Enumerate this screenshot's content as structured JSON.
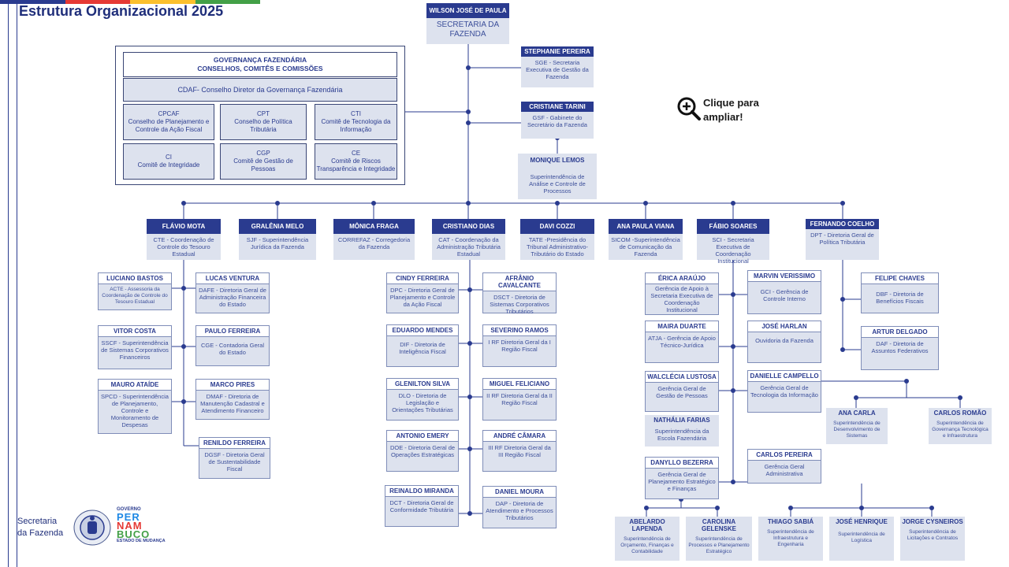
{
  "title": "Estrutura Organizacional 2025",
  "zoom_hint": "Clique para ampliar!",
  "footer": {
    "org_label_1": "Secretaria",
    "org_label_2": "da Fazenda"
  },
  "logo": {
    "line1": "GOVERNO",
    "line2": "PER",
    "line3": "NAM",
    "line4": "BUCO",
    "line5": "ESTADO DE MUDANÇA"
  },
  "top": {
    "name": "WILSON JOSÉ DE PAULA",
    "role": "SECRETARIA DA FAZENDA"
  },
  "governance": {
    "header1": "GOVERNANÇA FAZENDÁRIA",
    "header2": "CONSELHOS, COMITÊS E COMISSÕES",
    "cdaf": "CDAF- Conselho Diretor da Governança Fazendária",
    "committees": [
      {
        "code": "CPCAF",
        "text": "Conselho de Planejamento e Controle da Ação Fiscal"
      },
      {
        "code": "CPT",
        "text": "Conselho de Política Tributária"
      },
      {
        "code": "CTI",
        "text": "Comitê de Tecnologia da Informação"
      },
      {
        "code": "CI",
        "text": "Comitê de Integridade"
      },
      {
        "code": "CGP",
        "text": "Comitê de Gestão de Pessoas"
      },
      {
        "code": "CE",
        "text": "Comitê de Riscos Transparência e Integridade"
      }
    ]
  },
  "staff": [
    {
      "name": "STEPHANIE PEREIRA",
      "role": "SGE - Secretaria Executiva de Gestão da Fazenda"
    },
    {
      "name": "CRISTIANE TARINI",
      "role": "GSF - Gabinete do Secretário da Fazenda"
    },
    {
      "name": "MONIQUE LEMOS",
      "role": "Superintendência de Análise e Controle de Processos"
    }
  ],
  "executives": [
    {
      "name": "FLÁVIO MOTA",
      "role": "CTE - Coordenação de Controle do Tesouro Estadual"
    },
    {
      "name": "GRALÊNIA MELO",
      "role": "SJF - Superintendência Jurídica da Fazenda"
    },
    {
      "name": "MÔNICA FRAGA",
      "role": "CORREFAZ - Corregedoria da Fazenda"
    },
    {
      "name": "CRISTIANO DIAS",
      "role": "CAT - Coordenação da Administração Tributária Estadual"
    },
    {
      "name": "DAVI COZZI",
      "role": "TATE -Presidência do Tribunal Administrativo-Tributário do Estado"
    },
    {
      "name": "ANA PAULA VIANA",
      "role": "SICOM -Superintendência de Comunicação da Fazenda"
    },
    {
      "name": "FÁBIO SOARES",
      "role": "SCI - Secretaria Executiva de Coordenação Institucional"
    },
    {
      "name": "FERNANDO COELHO",
      "role": "DPT - Diretoria Geral de Política Tributária"
    }
  ],
  "cte_left": [
    {
      "name": "LUCIANO BASTOS",
      "role": "ACTE - Assessoria da Coordenação de Controle do Tesouro Estadual"
    },
    {
      "name": "VITOR COSTA",
      "role": "SSCF - Superintendência de Sistemas Corporativos Financeiros"
    },
    {
      "name": "MAURO ATAÍDE",
      "role": "SPCD - Superintendência de Planejamento, Controle e Monitoramento de Despesas"
    }
  ],
  "cte_right": [
    {
      "name": "LUCAS VENTURA",
      "role": "DAFE - Diretoria Geral de Administração Financeira do Estado"
    },
    {
      "name": "PAULO FERREIRA",
      "role": "CGE - Contadoria Geral do Estado"
    },
    {
      "name": "MARCO PIRES",
      "role": "DMAF - Diretoria de Manutenção Cadastral e Atendimento Financeiro"
    },
    {
      "name": "RENILDO FERREIRA",
      "role": "DGSF - Diretoria Geral de Sustentabilidade Fiscal"
    }
  ],
  "cat_left": [
    {
      "name": "CINDY FERREIRA",
      "role": "DPC - Diretoria Geral de Planejamento e Controle da Ação Fiscal"
    },
    {
      "name": "EDUARDO MENDES",
      "role": "DIF - Diretoria de Inteligência Fiscal"
    },
    {
      "name": "GLENILTON SILVA",
      "role": "DLO - Diretoria de Legislação e Orientações Tributárias"
    },
    {
      "name": "ANTONIO EMERY",
      "role": "DOE - Diretoria Geral de Operações Estratégicas"
    },
    {
      "name": "REINALDO MIRANDA",
      "role": "DCT - Diretoria Geral de Conformidade Tributária"
    }
  ],
  "cat_right": [
    {
      "name": "AFRÂNIO CAVALCANTE",
      "role": "DSCT - Diretoria de Sistemas Corporativos Tributários"
    },
    {
      "name": "SEVERINO RAMOS",
      "role": "I RF Diretoria Geral da I Região Fiscal"
    },
    {
      "name": "MIGUEL FELICIANO",
      "role": "II RF Diretoria Geral da II Região Fiscal"
    },
    {
      "name": "ANDRÉ CÂMARA",
      "role": "III RF Diretoria Geral da III Região Fiscal"
    },
    {
      "name": "DANIEL MOURA",
      "role": "DAP - Diretoria de Atendimento e Processos Tributários"
    }
  ],
  "sci_left": [
    {
      "name": "ÉRICA ARAÚJO",
      "role": "Gerência de Apoio à Secretaria Executiva de Coordenação Institucional"
    },
    {
      "name": "MAIRA DUARTE",
      "role": "ATJA - Gerência de Apoio Técnico-Jurídica"
    },
    {
      "name": "WALCLÉCIA LUSTOSA",
      "role": "Gerência Geral de Gestão de Pessoas"
    },
    {
      "name": "NATHÁLIA FARIAS",
      "role": "Superintendência da Escola Fazendária"
    },
    {
      "name": "DANYLLO BEZERRA",
      "role": "Gerência Geral de Planejamento Estratégico e Finanças"
    }
  ],
  "sci_right": [
    {
      "name": "MARVIN VERISSIMO",
      "role": "GCI - Gerência de Controle Interno"
    },
    {
      "name": "JOSÉ HARLAN",
      "role": "Ouvidoria da Fazenda"
    },
    {
      "name": "DANIELLE CAMPELLO",
      "role": "Gerência Geral de Tecnologia da Informação"
    },
    {
      "name": "CARLOS PEREIRA",
      "role": "Gerência Geral Administrativa"
    }
  ],
  "ti_sub": [
    {
      "name": "ANA CARLA",
      "role": "Superintendência de Desenvolvimento de Sistemas"
    },
    {
      "name": "CARLOS ROMÃO",
      "role": "Superintendência de Governança Tecnológica e Infraestrutura"
    }
  ],
  "plan_sub": [
    {
      "name": "ABELARDO LAPENDA",
      "role": "Superintendência de Orçamento, Finanças e Contabilidade"
    },
    {
      "name": "CAROLINA GELENSKE",
      "role": "Superintendência de Processos e Planejamento Estratégico"
    }
  ],
  "adm_sub": [
    {
      "name": "THIAGO SABIÁ",
      "role": "Superintendência de Infraestrutura e Engenharia"
    },
    {
      "name": "JOSÉ HENRIQUE",
      "role": "Superintendência de Logística"
    },
    {
      "name": "JORGE CYSNEIROS",
      "role": "Superintendência de Licitações e Contratos"
    }
  ],
  "dpt_sub": [
    {
      "name": "FELIPE CHAVES",
      "role": "DBF - Diretoria de Benefícios Fiscais"
    },
    {
      "name": "ARTUR DELGADO",
      "role": "DAF - Diretoria de Assuntos Federativos"
    }
  ]
}
